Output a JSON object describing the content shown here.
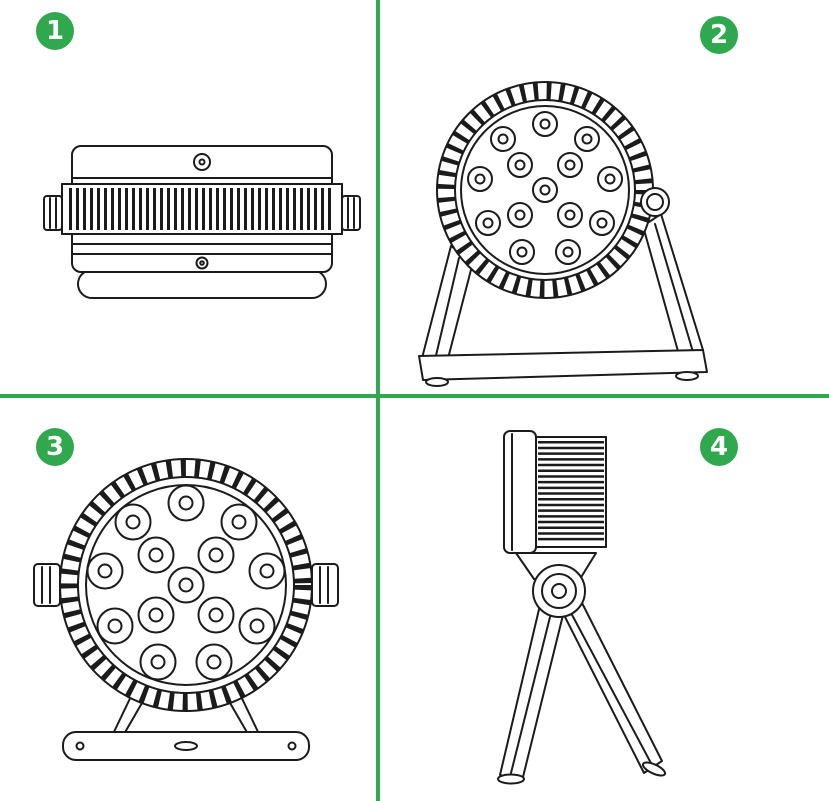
{
  "colors": {
    "accent": "#2FA84E",
    "diagram_line": "#1b1b1b",
    "background": "#ffffff"
  },
  "badges": [
    {
      "label": "1"
    },
    {
      "label": "2"
    },
    {
      "label": "3"
    },
    {
      "label": "4"
    }
  ]
}
